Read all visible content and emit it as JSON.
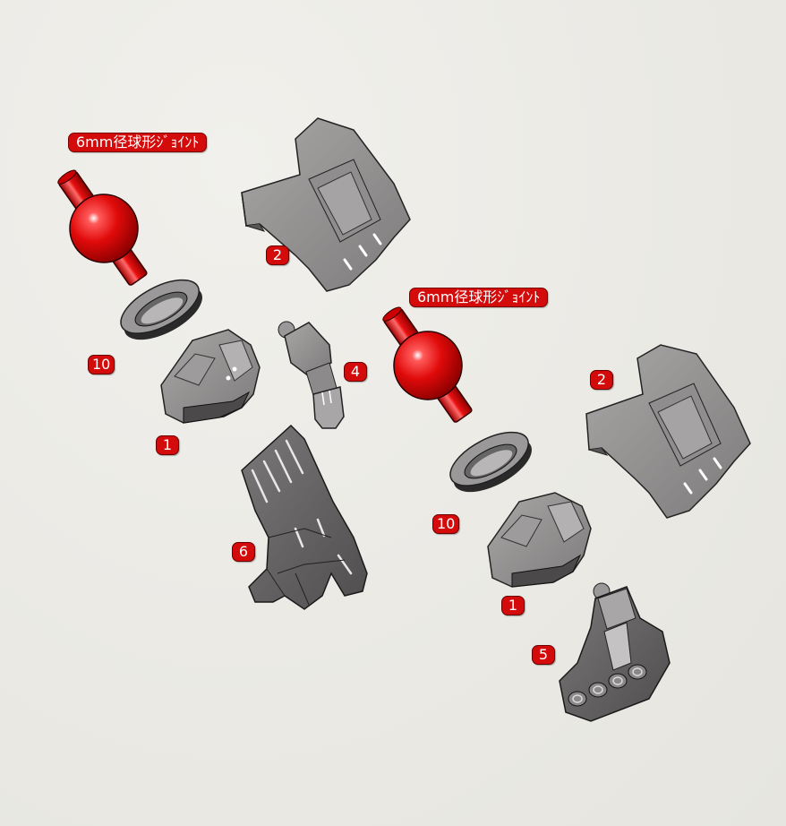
{
  "diagram": {
    "type": "exploded-assembly",
    "joint_labels": [
      {
        "text": "6mm径球形ｼﾞｮｲﾝﾄ",
        "group": "left"
      },
      {
        "text": "6mm径球形ｼﾞｮｲﾝﾄ",
        "group": "right"
      }
    ],
    "part_numbers": {
      "left_upper_cover": "2",
      "left_washer": "10",
      "left_wrist_block": "1",
      "thumb_part": "4",
      "open_hand": "6",
      "right_upper_cover": "2",
      "right_washer": "10",
      "right_wrist_block": "1",
      "fist_hand": "5"
    },
    "colors": {
      "joint_red": "#d8090c",
      "part_gray": "#8a8888",
      "label_red": "#d40b0b",
      "background": "#ecebe6"
    }
  }
}
